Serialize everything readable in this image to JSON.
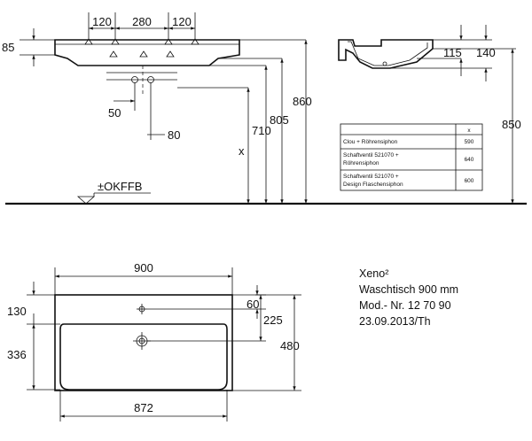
{
  "front_view": {
    "dims": {
      "d120a": "120",
      "d280": "280",
      "d120b": "120",
      "d85": "85",
      "d50": "50",
      "d80": "80",
      "d710": "710",
      "d805": "805",
      "d860": "860",
      "dx": "x"
    },
    "floor_label": "±OKFFB"
  },
  "side_view": {
    "dims": {
      "d115": "115",
      "d140": "140",
      "d850": "850"
    }
  },
  "x_table": {
    "header": "x",
    "rows": [
      {
        "lines": [
          "Clou + Röhrensiphon"
        ],
        "value": "590"
      },
      {
        "lines": [
          "Schaftventil 521070 +",
          "Röhrensiphon"
        ],
        "value": "640"
      },
      {
        "lines": [
          "Schaftventil 521070 +",
          "Design Flaschensiphon"
        ],
        "value": "600"
      }
    ]
  },
  "top_view": {
    "dims": {
      "d900": "900",
      "d130": "130",
      "d60": "60",
      "d225": "225",
      "d336": "336",
      "d480": "480",
      "d872": "872"
    }
  },
  "info": {
    "line1": "Xeno²",
    "line2": "Waschtisch 900 mm",
    "line3": "Mod.- Nr. 12 70 90",
    "line4": "23.09.2013/Th"
  }
}
